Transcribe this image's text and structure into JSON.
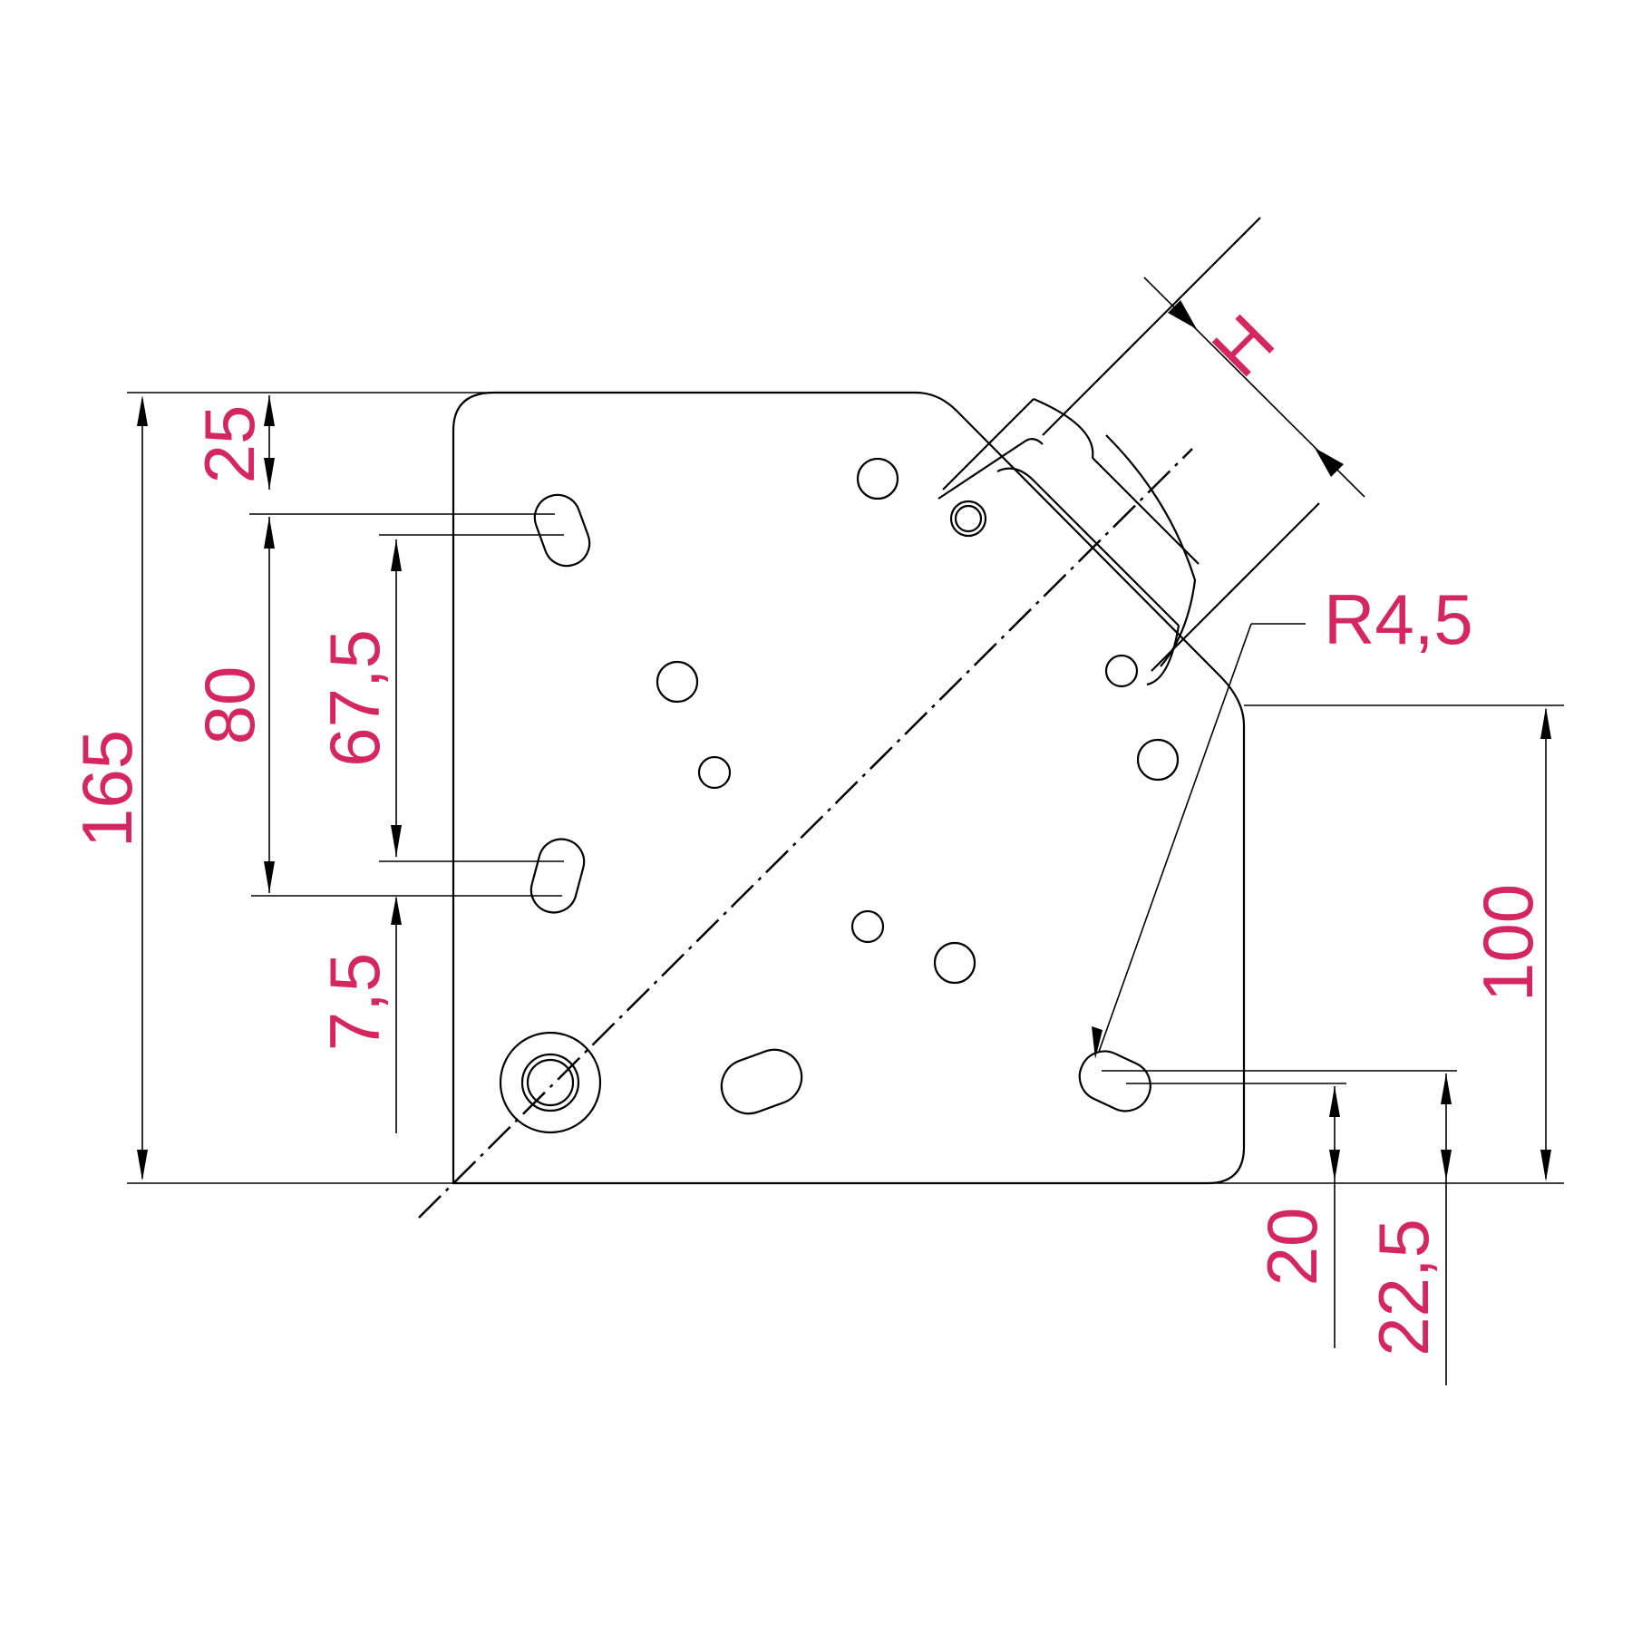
{
  "drawing": {
    "title": "Mounting plate technical drawing",
    "annotation_color": "#d4265f",
    "line_color": "#000000",
    "dimensions": {
      "overall_height": "165",
      "top_to_first_slot": "25",
      "slot_spacing_outer": "80",
      "slot_spacing_inner": "67,5",
      "slot_offset": "7,5",
      "right_edge_height": "100",
      "bottom_slot_20": "20",
      "bottom_slot_22_5": "22,5",
      "radius_label": "R4,5",
      "hinge_width": "H"
    }
  }
}
